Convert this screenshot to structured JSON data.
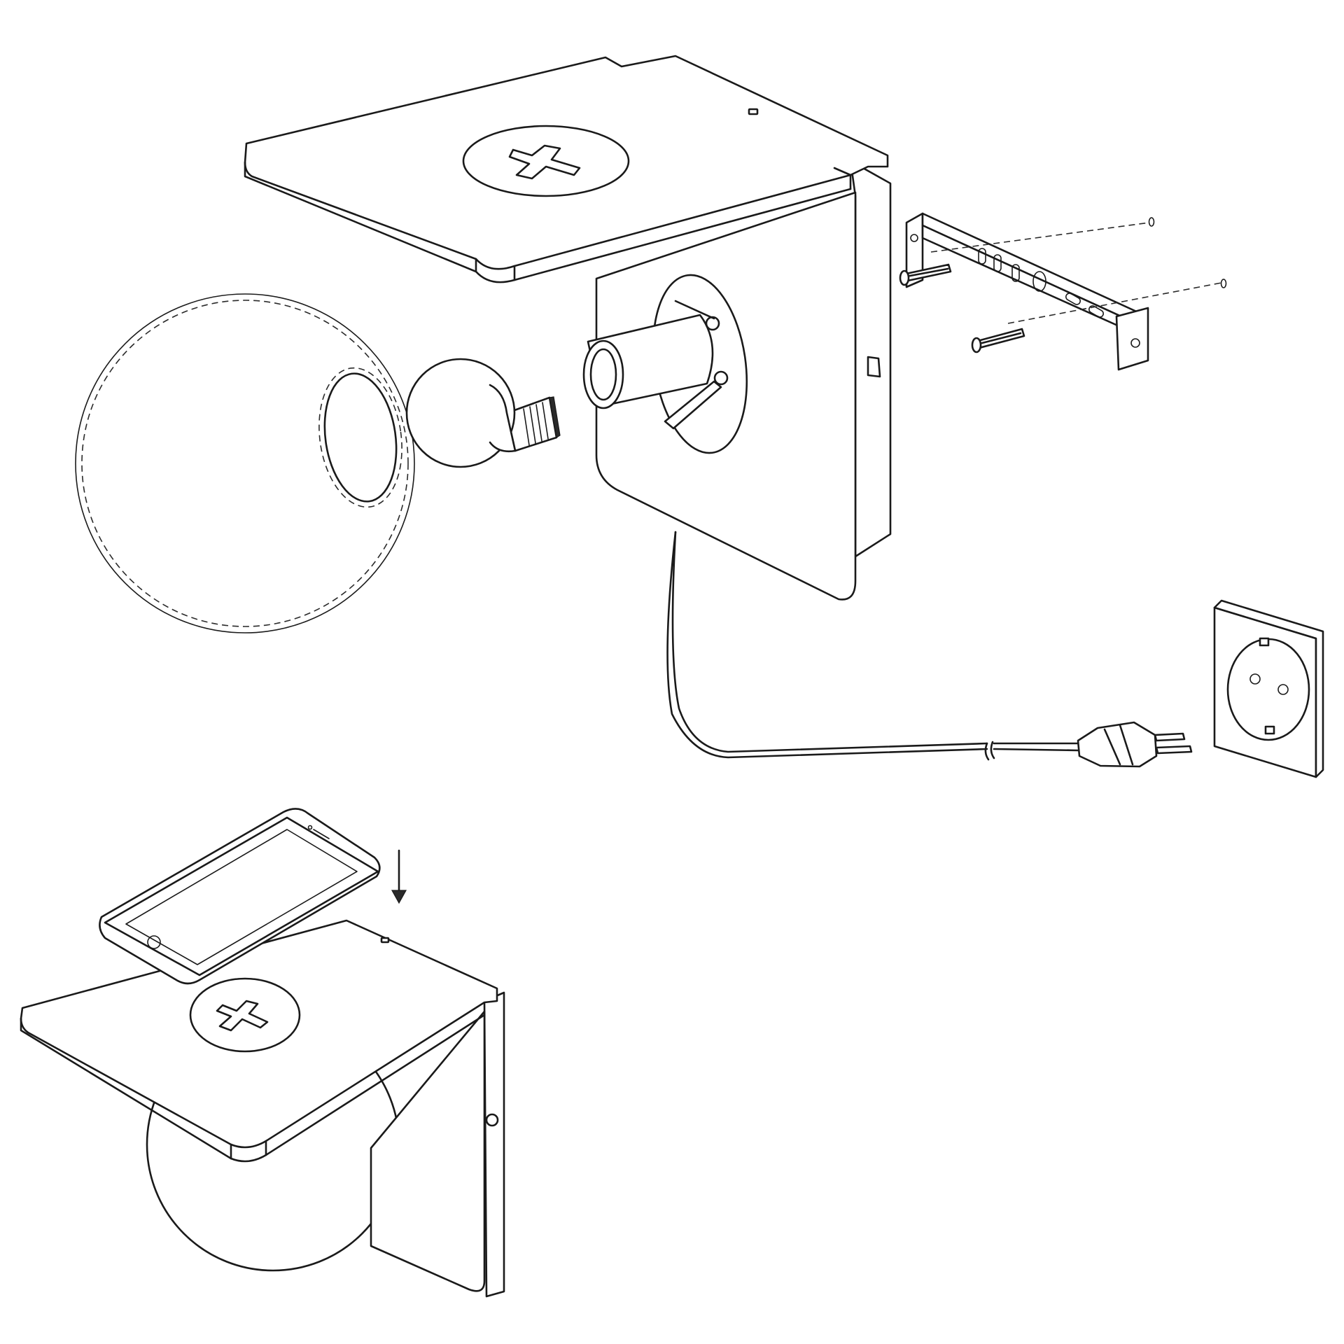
{
  "illustration": {
    "colors": {
      "line": "#1a1a1a",
      "background": "#ffffff",
      "fill": "#ffffff"
    },
    "parts": [
      {
        "name": "shelf-lamp-body",
        "icon": "wall-shelf-lamp"
      },
      {
        "name": "wireless-charging-pad",
        "icon": "plus-cross-icon"
      },
      {
        "name": "led-indicator",
        "icon": "led-dot"
      },
      {
        "name": "lamp-socket",
        "icon": "socket-holder"
      },
      {
        "name": "light-bulb",
        "icon": "bulb-icon"
      },
      {
        "name": "glass-globe-shade",
        "icon": "globe-shade"
      },
      {
        "name": "mounting-bracket",
        "icon": "bracket-icon"
      },
      {
        "name": "wall-screws",
        "icon": "screw-icon"
      },
      {
        "name": "wall-plugs",
        "icon": "dowel-icon"
      },
      {
        "name": "power-cord",
        "icon": "cable-icon"
      },
      {
        "name": "euro-plug",
        "icon": "plug-icon"
      },
      {
        "name": "wall-outlet",
        "icon": "outlet-icon"
      },
      {
        "name": "smartphone",
        "icon": "phone-icon"
      },
      {
        "name": "placement-arrow",
        "icon": "arrow-down-icon"
      }
    ]
  }
}
